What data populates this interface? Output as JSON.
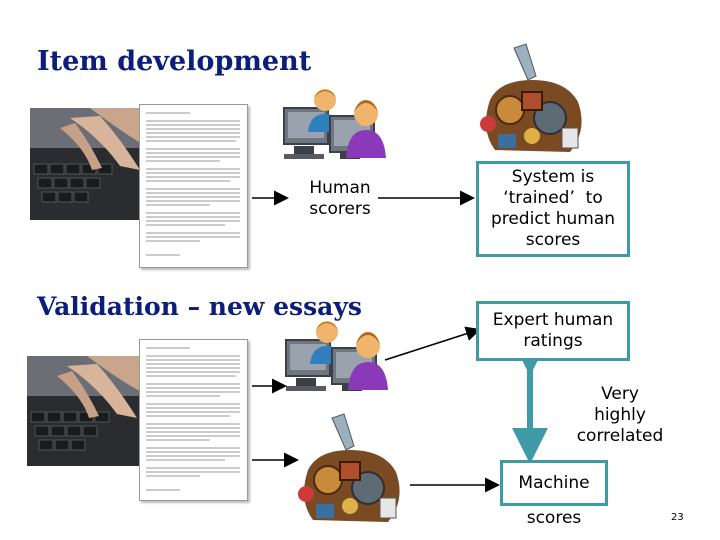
{
  "headings": {
    "item_development": "Item development",
    "validation": "Validation – new essays"
  },
  "labels": {
    "human_scorers_line1": "Human",
    "human_scorers_line2": "scorers",
    "very_line1": "Very",
    "very_line2": "highly",
    "very_line3": "correlated",
    "machine": "Machine",
    "scores": "scores"
  },
  "boxes": {
    "system_line1": "System is",
    "system_line2": "‘trained’  to",
    "system_line3": "predict human",
    "system_line4": "scores",
    "expert_line1": "Expert human",
    "expert_line2": "ratings"
  },
  "page_number": "23",
  "colors": {
    "heading": "#0a1e7a",
    "box_border": "#3e9aa6",
    "arrow": "#000000",
    "double_arrow": "#3e9aa6"
  },
  "icons": {
    "typing_hands": "typing-hands-photo",
    "essay": "essay-document",
    "scorers": "human-scorers-icon",
    "machine": "machine-robot-icon"
  }
}
